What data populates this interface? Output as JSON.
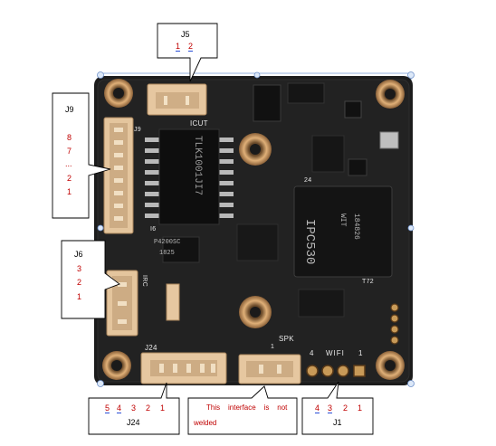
{
  "callouts": {
    "j5": {
      "title": "J5",
      "pin_1": "1",
      "pin_2": "2"
    },
    "j9": {
      "title": "J9",
      "pin_8": "8",
      "pin_7": "7",
      "ellipsis": "...",
      "pin_2": "2",
      "pin_1": "1"
    },
    "j6": {
      "title": "J6",
      "pin_3": "3",
      "pin_2": "2",
      "pin_1": "1"
    },
    "j24": {
      "title": "J24",
      "pin_5": "5",
      "pin_4": "4",
      "pin_3": "3",
      "pin_2": "2",
      "pin_1": "1"
    },
    "spk": {
      "line1": "This    interface    is    not",
      "line2": "welded"
    },
    "j1": {
      "title": "J1",
      "pin_4": "4",
      "pin_3": "3",
      "pin_2": "2",
      "pin_1": "1"
    }
  },
  "silkscreen": {
    "icut": "ICUT",
    "j9": "J9",
    "i6": "I6",
    "irc": "IRC",
    "j24": "J24",
    "spk": "SPK",
    "wifi": "WIFI",
    "wifi_pin4": "4",
    "wifi_pin1": "1",
    "spk_pin1": "1",
    "j1_label": "24",
    "t72": "T72"
  },
  "chips": {
    "soc_name": "IPC530",
    "soc_code1": "WIT",
    "soc_code2": "184826",
    "transformer_mark": "TLK1001JI7",
    "regulator_mark": "P4200SC",
    "regulator_code": "1825"
  },
  "colors": {
    "board": "#1c1c1c",
    "connector": "#e8c8a0",
    "callout_text": "#c00000",
    "underline": "#2a4fd7"
  }
}
